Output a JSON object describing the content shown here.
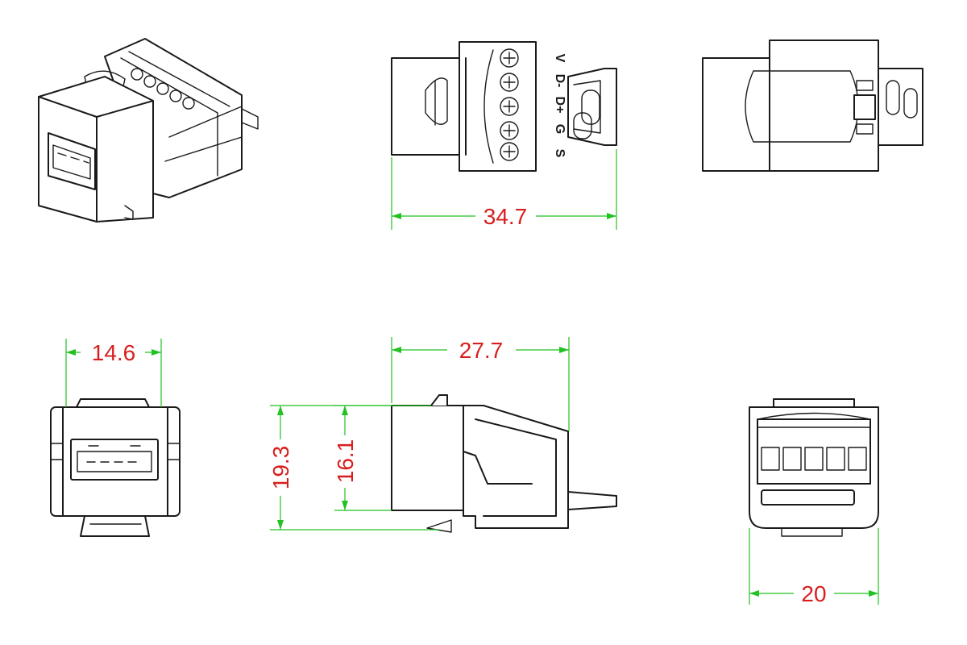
{
  "dimensions": {
    "top_length": "34.7",
    "front_width": "14.6",
    "side_length": "27.7",
    "side_total_height": "19.3",
    "side_body_height": "16.1",
    "rear_width": "20"
  },
  "pin_labels": [
    "S",
    "G",
    "D+",
    "D-",
    "V"
  ],
  "colors": {
    "outline": "#1a1a1a",
    "dimension_line": "#22c222",
    "dimension_text": "#d81e1e"
  }
}
